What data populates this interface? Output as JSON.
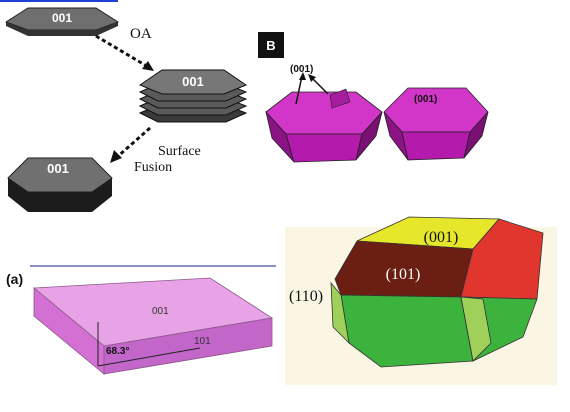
{
  "panel_oa": {
    "top_plate_label": "001",
    "stack_label": "001",
    "fused_label": "001",
    "arrow1_label": "OA",
    "arrow2_label_line1": "Surface",
    "arrow2_label_line2": "Fusion",
    "colors": {
      "plate_top": "#6f6f6f",
      "plate_side": "#3a3a3a",
      "edge_dark": "#111111"
    }
  },
  "panel_b": {
    "badge": "B",
    "left_label": "(001)",
    "right_label": "(001)",
    "colors": {
      "magenta": "#c21fb8",
      "magenta_dark": "#8c1385",
      "background": "#ffffff"
    }
  },
  "panel_a": {
    "label": "(a)",
    "face_top": "001",
    "face_side": "101",
    "angle": "68.3°",
    "colors": {
      "pink": "#e58fe2",
      "pink_dark": "#b34fb5",
      "line": "#4a4aa0"
    }
  },
  "panel_crystal": {
    "face_001": "(001)",
    "face_101": "(101)",
    "face_110": "(110)",
    "colors": {
      "yellow": "#e6e62a",
      "brown": "#6b1e12",
      "red": "#e0362e",
      "green": "#3cb33c",
      "light_green": "#9ed05a",
      "background": "#fbf6e4"
    }
  }
}
